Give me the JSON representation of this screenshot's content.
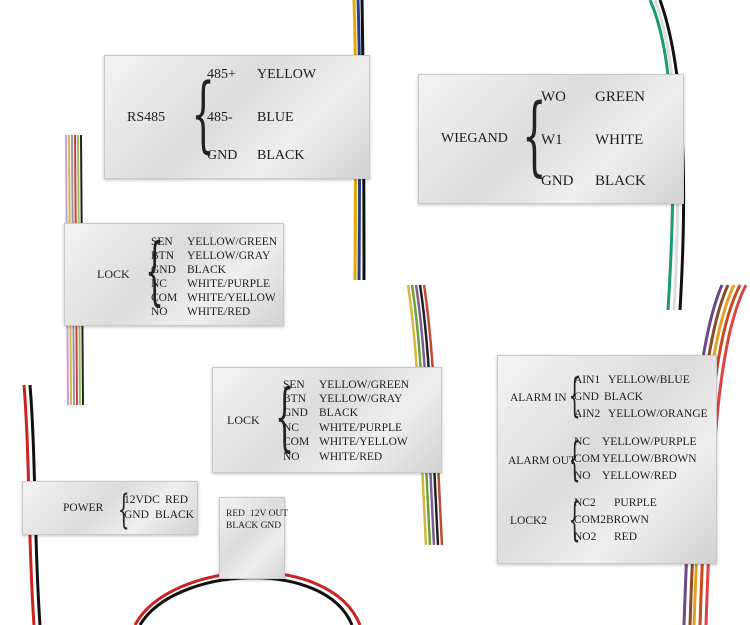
{
  "labels": {
    "rs485": {
      "title": "RS485",
      "rows": [
        [
          "485+",
          "YELLOW"
        ],
        [
          "485-",
          "BLUE"
        ],
        [
          "GND",
          "BLACK"
        ]
      ]
    },
    "wiegand": {
      "title": "WIEGAND",
      "rows": [
        [
          "WO",
          "GREEN"
        ],
        [
          "W1",
          "WHITE"
        ],
        [
          "GND",
          "BLACK"
        ]
      ]
    },
    "lock_a": {
      "title": "LOCK",
      "rows": [
        [
          "SEN",
          "YELLOW/GREEN"
        ],
        [
          "BTN",
          "YELLOW/GRAY"
        ],
        [
          "GND",
          "BLACK"
        ],
        [
          "NC",
          "WHITE/PURPLE"
        ],
        [
          "COM",
          "WHITE/YELLOW"
        ],
        [
          "NO",
          "WHITE/RED"
        ]
      ]
    },
    "lock_b": {
      "title": "LOCK",
      "rows": [
        [
          "SEN",
          "YELLOW/GREEN"
        ],
        [
          "BTN",
          "YELLOW/GRAY"
        ],
        [
          "GND",
          "BLACK"
        ],
        [
          "NC",
          "WHITE/PURPLE"
        ],
        [
          "COM",
          "WHITE/YELLOW"
        ],
        [
          "NO",
          "WHITE/RED"
        ]
      ]
    },
    "power": {
      "title": "POWER",
      "rows": [
        [
          "12VDC",
          "RED"
        ],
        [
          "GND",
          "BLACK"
        ]
      ]
    },
    "out12v": {
      "rows": [
        [
          "RED",
          "12V OUT"
        ],
        [
          "BLACK GND",
          ""
        ]
      ]
    },
    "alarm": {
      "groups": [
        {
          "title": "ALARM IN",
          "rows": [
            [
              "AIN1",
              "YELLOW/BLUE"
            ],
            [
              "GND",
              "BLACK"
            ],
            [
              "AIN2",
              "YELLOW/ORANGE"
            ]
          ]
        },
        {
          "title": "ALARM OUT",
          "rows": [
            [
              "NC",
              "YELLOW/PURPLE"
            ],
            [
              "COM",
              "YELLOW/BROWN"
            ],
            [
              "NO",
              "YELLOW/RED"
            ]
          ]
        },
        {
          "title": "LOCK2",
          "rows": [
            [
              "NC2",
              "PURPLE"
            ],
            [
              "COM2",
              "BROWN"
            ],
            [
              "NO2",
              "RED"
            ]
          ]
        }
      ]
    }
  },
  "colors": {
    "tape": "#e3e3e3",
    "text": "#1e1e1e",
    "background": "#ffffff"
  }
}
